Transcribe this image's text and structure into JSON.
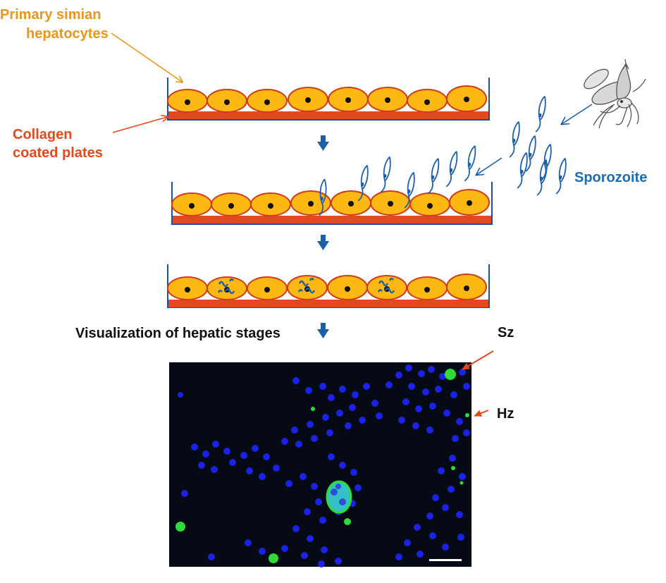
{
  "labels": {
    "hepatocytes_line1": "Primary simian",
    "hepatocytes_line2": "hepatocytes",
    "collagen_line1": "Collagen",
    "collagen_line2": "coated plates",
    "sporozoite": "Sporozoite",
    "visualization": "Visualization of hepatic stages",
    "sz": "Sz",
    "hz": "Hz"
  },
  "colors": {
    "hepatocyte_label": "#e8961c",
    "collagen_label": "#e04a1e",
    "sporozoite_label": "#1b6cb4",
    "cell_fill": "#fdb813",
    "cell_outline": "#d03a1a",
    "plate_fill": "#e04a1e",
    "well_wall": "#1f4e9a",
    "flow_arrow": "#1b5fa8",
    "parasite": "#1f5fa8",
    "micro_bg": "#050a14",
    "nuclei": "#1a22e6",
    "gfp": "#2edb3a"
  },
  "icons": {
    "mosquito": "mosquito-icon",
    "flow_arrow": "down-arrow-icon"
  }
}
